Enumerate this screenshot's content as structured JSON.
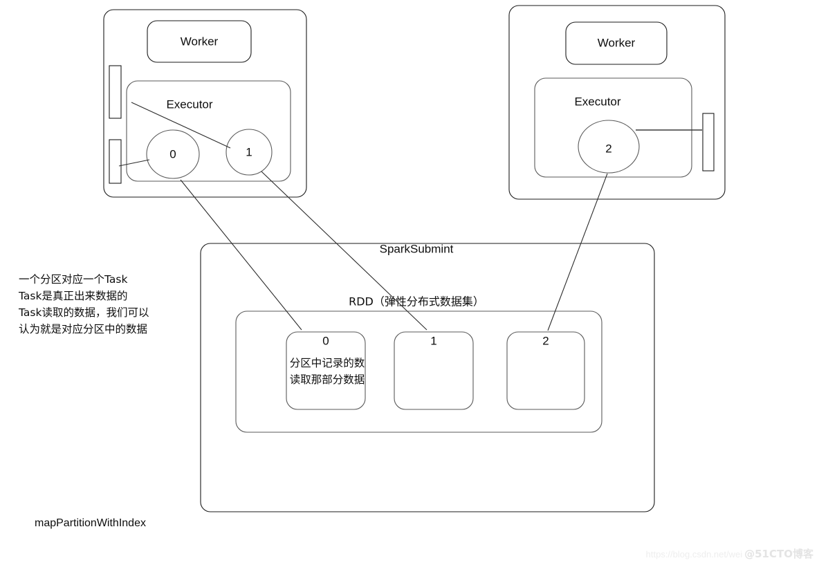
{
  "diagram": {
    "title_bottom": "mapPartitionWithIndex",
    "left_note_lines": [
      "一个分区对应一个Task",
      "Task是真正出来数据的",
      "Task读取的数据，我们可以",
      "认为就是对应分区中的数据"
    ],
    "workers": [
      {
        "id": "worker-left",
        "label": "Worker",
        "executor_label": "Executor",
        "tasks": [
          {
            "id": "task-0",
            "label": "0"
          },
          {
            "id": "task-1",
            "label": "1"
          }
        ],
        "ports": [
          {
            "id": "port-left-top"
          },
          {
            "id": "port-left-bottom"
          }
        ]
      },
      {
        "id": "worker-right",
        "label": "Worker",
        "executor_label": "Executor",
        "tasks": [
          {
            "id": "task-2",
            "label": "2"
          }
        ],
        "ports": [
          {
            "id": "port-right"
          }
        ]
      }
    ],
    "driver": {
      "label": "SparkSubmint",
      "rdd_label": "RDD（弹性分布式数据集）",
      "partitions": [
        {
          "id": "partition-0",
          "label": "0",
          "note_lines": [
            "分区中记录的数",
            "读取那部分数据"
          ]
        },
        {
          "id": "partition-1",
          "label": "1",
          "note_lines": []
        },
        {
          "id": "partition-2",
          "label": "2",
          "note_lines": []
        }
      ]
    },
    "watermark": {
      "url": "https://blog.csdn.net/wei",
      "brand": "@51CTO博客"
    },
    "colors": {
      "stroke": "#1a1a1a",
      "stroke_soft": "#5a5a5a",
      "background": "#ffffff",
      "text": "#0d0d0d"
    }
  }
}
